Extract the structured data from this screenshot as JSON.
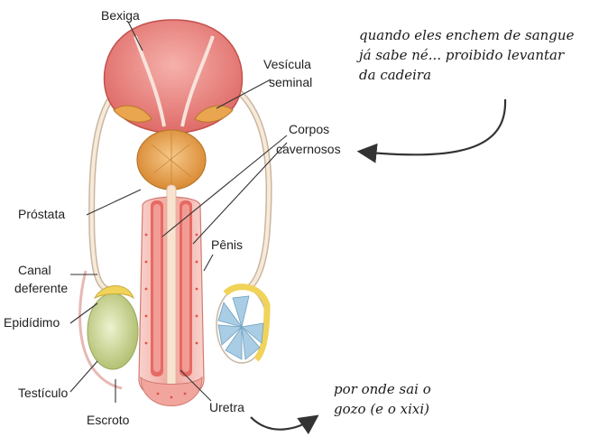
{
  "labels": {
    "bexiga": "Bexiga",
    "vesicula_1": "Vesícula",
    "vesicula_2": "seminal",
    "corpos_1": "Corpos",
    "corpos_2": "cavernosos",
    "prostata": "Próstata",
    "penis": "Pênis",
    "canal_1": "Canal",
    "canal_2": "deferente",
    "epididimo": "Epidídimo",
    "testiculo": "Testículo",
    "escroto": "Escroto",
    "uretra": "Uretra"
  },
  "annotations": {
    "top_line_1": "quando eles enchem de sangue",
    "top_line_2": "já sabe né... proibido levantar",
    "top_line_3": "da cadeira",
    "bottom_line_1": "por onde sai o",
    "bottom_line_2": "gozo (e o xixi)"
  },
  "colors": {
    "bladder": "#ef8f8c",
    "bladder_dark": "#d9605e",
    "prostate": "#e6a24c",
    "shaft": "#f4b7b0",
    "tissue": "#e15a56",
    "urethra": "#f7e3cf",
    "testis_green": "#cfd9a0",
    "epididymis": "#f1d35a",
    "testis_blue": "#a9cde4",
    "duct": "#f7ead9"
  }
}
